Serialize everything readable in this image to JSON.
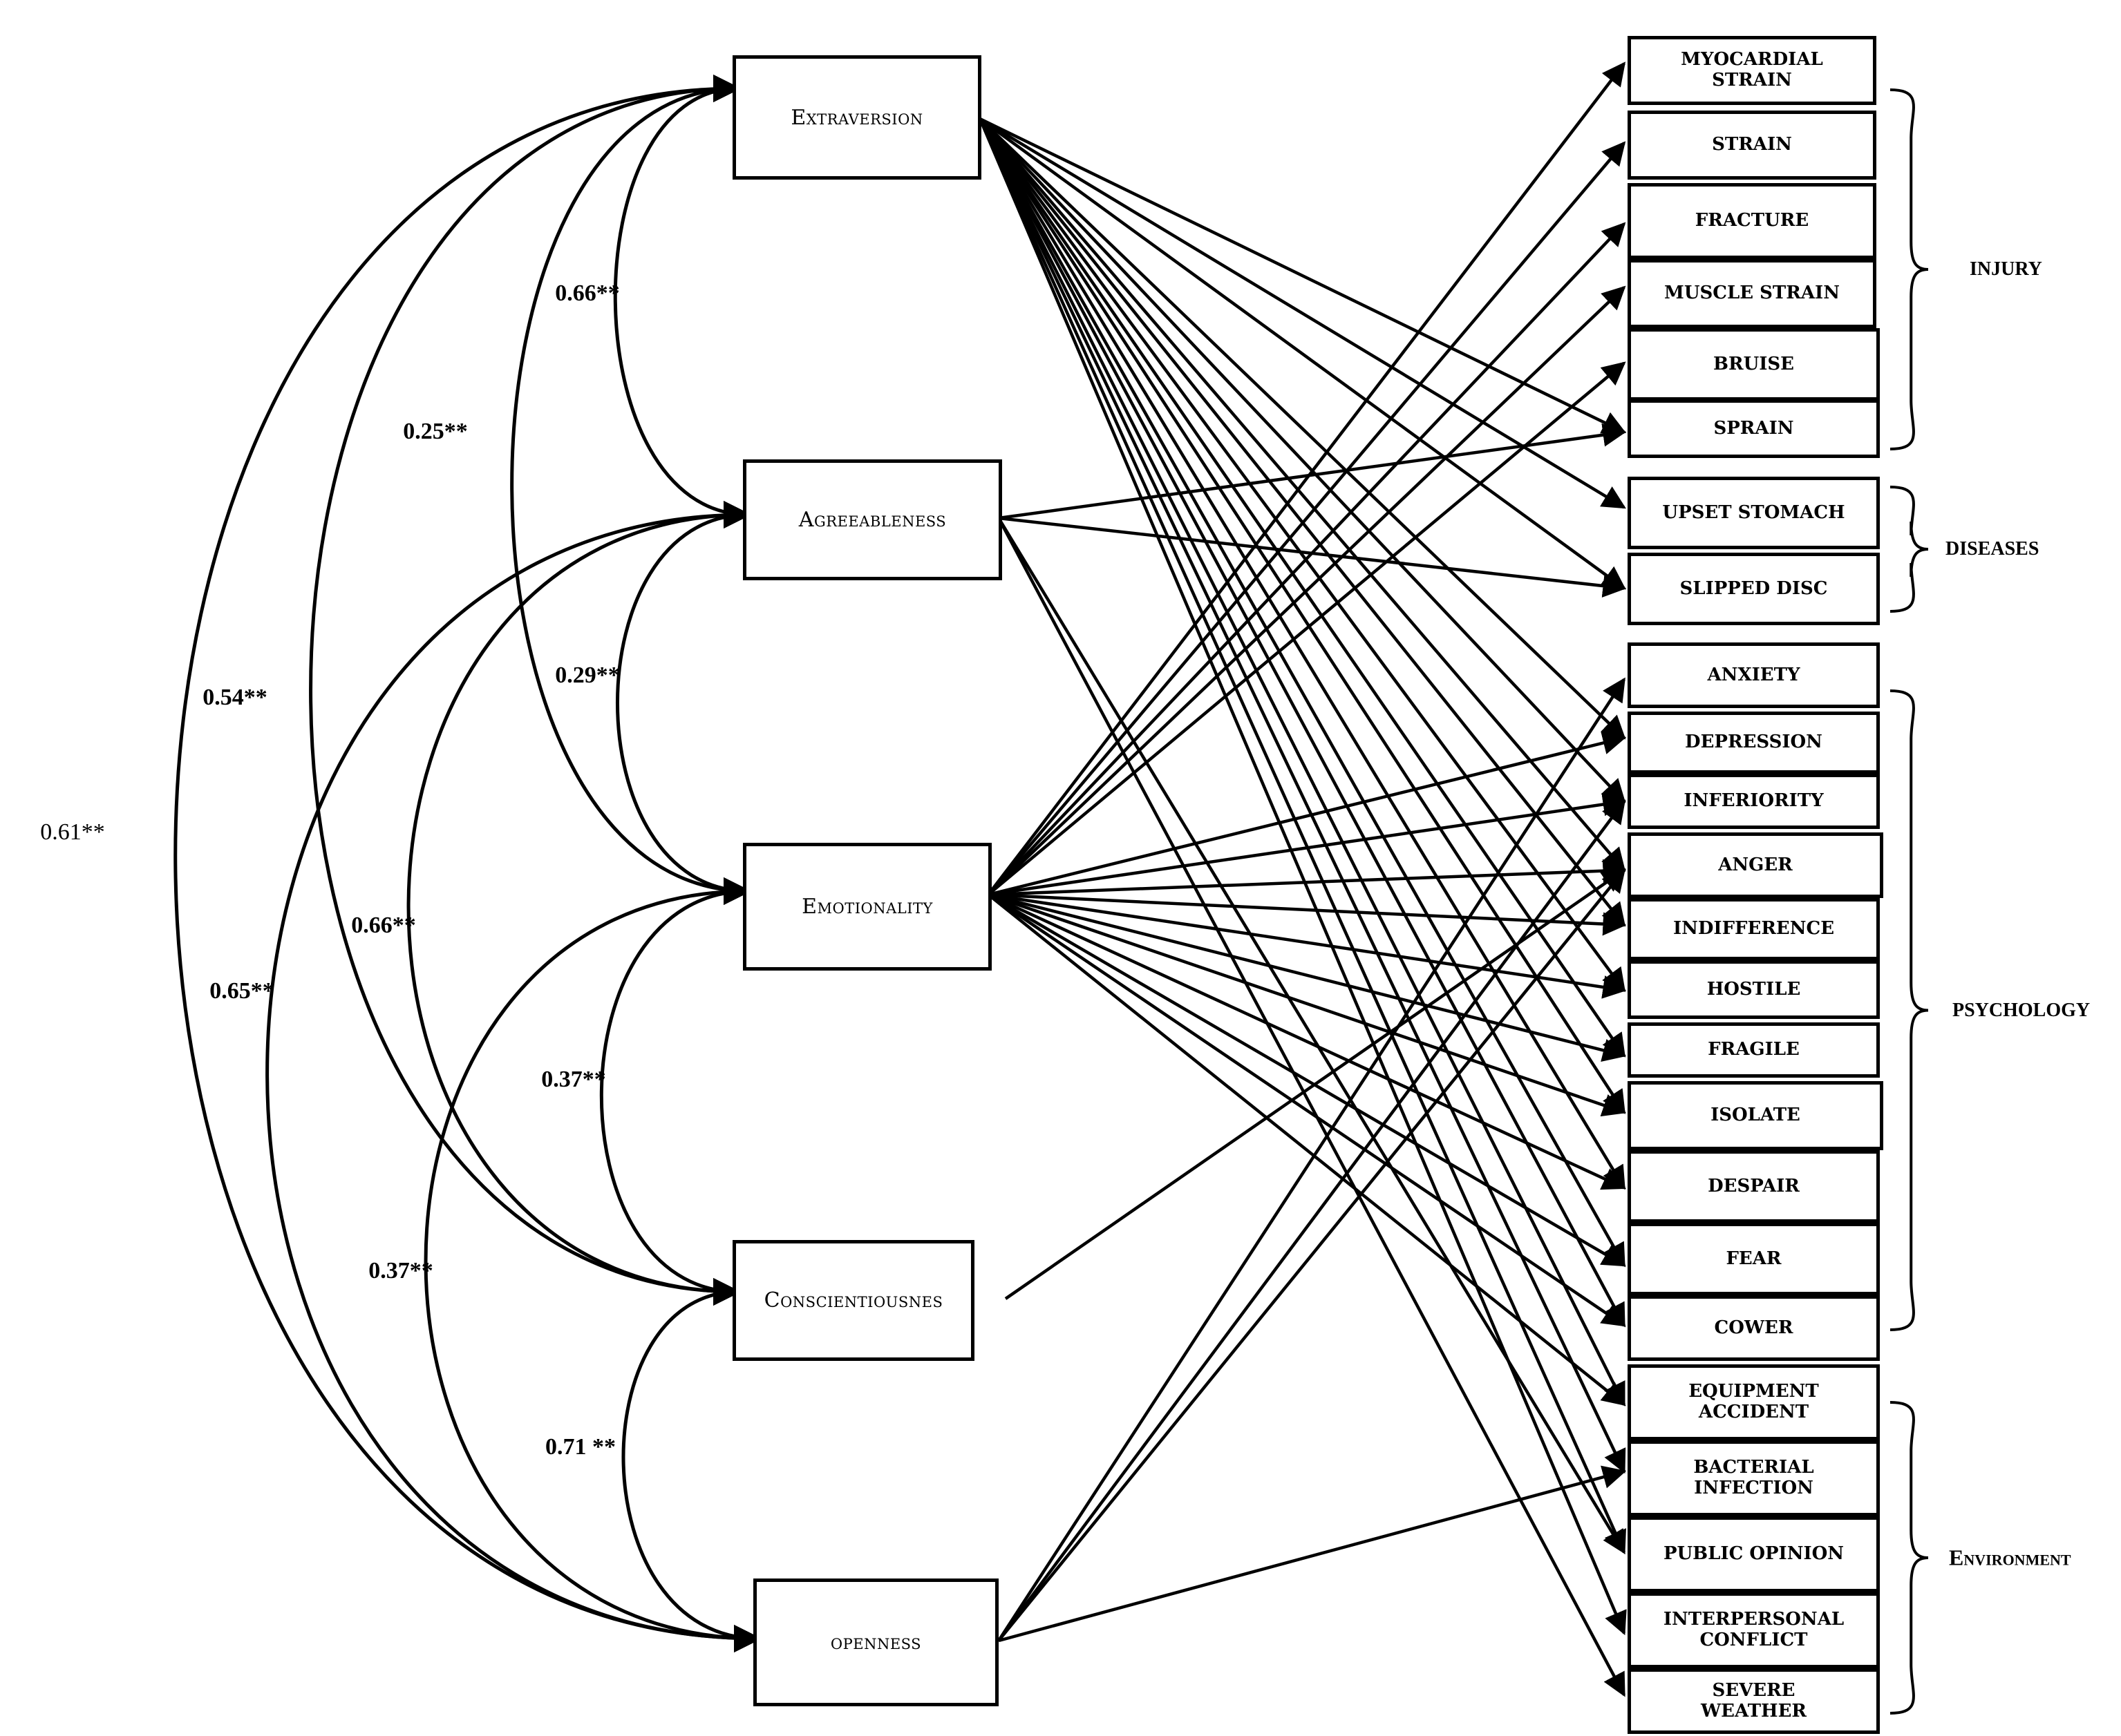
{
  "traits": [
    "Extraversion",
    "Agreeableness",
    "Emotionality",
    "Conscientiousnes",
    "openness"
  ],
  "outcomes": [
    "MYOCARDIAL\nSTRAIN",
    "STRAIN",
    "FRACTURE",
    "MUSCLE STRAIN",
    "BRUISE",
    "SPRAIN",
    "UPSET STOMACH",
    "SLIPPED DISC",
    "ANXIETY",
    "DEPRESSION",
    "INFERIORITY",
    "ANGER",
    "INDIFFERENCE",
    "HOSTILE",
    "FRAGILE",
    "ISOLATE",
    "DESPAIR",
    "FEAR",
    "COWER",
    "EQUIPMENT\nACCIDENT",
    "BACTERIAL\nINFECTION",
    "PUBLIC OPINION",
    "INTERPERSONAL\nCONFLICT",
    "SEVERE\nWEATHER"
  ],
  "groups": [
    "INJURY",
    "DISEASES",
    "PSYCHOLOGY",
    "Environment"
  ],
  "correlations": [
    {
      "from": 0,
      "to": 1,
      "value": "0.66**"
    },
    {
      "from": 0,
      "to": 2,
      "value": "0.25**"
    },
    {
      "from": 0,
      "to": 3,
      "value": "0.54**"
    },
    {
      "from": 0,
      "to": 4,
      "value": "0.61**"
    },
    {
      "from": 1,
      "to": 2,
      "value": "0.29**"
    },
    {
      "from": 1,
      "to": 3,
      "value": "0.66**"
    },
    {
      "from": 1,
      "to": 4,
      "value": "0.65**"
    },
    {
      "from": 2,
      "to": 3,
      "value": "0.37**"
    },
    {
      "from": 2,
      "to": 4,
      "value": "0.37**"
    },
    {
      "from": 3,
      "to": 4,
      "value": "0.71 **"
    }
  ],
  "paths": [
    [
      0,
      5
    ],
    [
      0,
      6
    ],
    [
      0,
      7
    ],
    [
      0,
      9
    ],
    [
      0,
      10
    ],
    [
      0,
      11
    ],
    [
      0,
      12
    ],
    [
      0,
      13
    ],
    [
      0,
      14
    ],
    [
      0,
      15
    ],
    [
      0,
      16
    ],
    [
      0,
      17
    ],
    [
      0,
      18
    ],
    [
      0,
      19
    ],
    [
      0,
      20
    ],
    [
      0,
      21
    ],
    [
      0,
      22
    ],
    [
      1,
      5
    ],
    [
      1,
      7
    ],
    [
      1,
      21
    ],
    [
      1,
      23
    ],
    [
      2,
      0
    ],
    [
      2,
      1
    ],
    [
      2,
      2
    ],
    [
      2,
      3
    ],
    [
      2,
      4
    ],
    [
      2,
      9
    ],
    [
      2,
      10
    ],
    [
      2,
      11
    ],
    [
      2,
      12
    ],
    [
      2,
      13
    ],
    [
      2,
      14
    ],
    [
      2,
      15
    ],
    [
      2,
      16
    ],
    [
      2,
      17
    ],
    [
      2,
      18
    ],
    [
      2,
      19
    ],
    [
      3,
      11
    ],
    [
      4,
      8
    ],
    [
      4,
      10
    ],
    [
      4,
      11
    ],
    [
      4,
      20
    ]
  ]
}
